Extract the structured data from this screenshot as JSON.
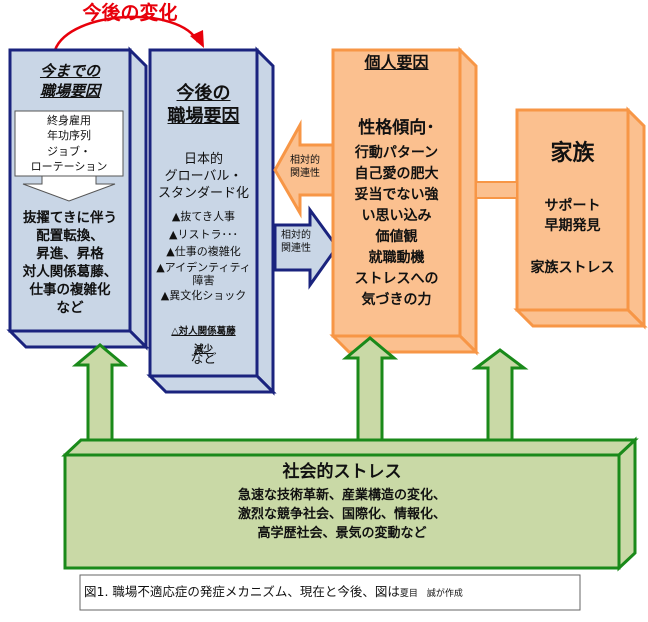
{
  "change_label": "今後の変化",
  "past": {
    "title1": "今までの",
    "title2": "職場要因",
    "inner": [
      "終身雇用",
      "年功序列",
      "ジョブ・",
      "ローテーション"
    ],
    "effects": [
      "抜擢てきに伴う",
      "配置転換、",
      "昇進、昇格",
      "対人関係葛藤、",
      "仕事の複雑化",
      "など"
    ]
  },
  "future": {
    "title1": "今後の",
    "title2": "職場要因",
    "lines": [
      "日本的",
      "グローバル・",
      "スタンダード化"
    ],
    "items": [
      "▲抜てき人事",
      "▲リストラ･･･",
      "▲仕事の複雑化",
      "▲アイデンティティ",
      "障害",
      "▲異文化ショック"
    ],
    "note1": "△対人関係葛藤",
    "note2": "減少",
    "etc": "など"
  },
  "arrow_left": [
    "相対的",
    "関連性"
  ],
  "arrow_right": [
    "相対的",
    "関連性"
  ],
  "personal": {
    "title": "個人要因",
    "heading": "性格傾向･",
    "lines": [
      "行動パターン",
      "自己愛の肥大",
      "妥当でない強",
      "い思い込み",
      "価値観",
      "就職動機",
      "ストレスへの",
      "気づきの力"
    ]
  },
  "family": {
    "title": "家族",
    "lines": [
      "サポート",
      "早期発見"
    ],
    "stress": "家族ストレス"
  },
  "social": {
    "title": "社会的ストレス",
    "lines": [
      "急速な技術革新、産業構造の変化、",
      "激烈な競争社会、国際化、情報化、",
      "高学歴社会、景気の変動など"
    ]
  },
  "caption": {
    "main": "図1.  職場不適応症の発症メカニズム、現在と今後、図は",
    "author": "夏目　誠が作成"
  },
  "colors": {
    "blue_fill": "#c9d6e6",
    "blue_border": "#1a237e",
    "orange_fill": "#fbc08f",
    "orange_border": "#f79646",
    "green_fill": "#c9d9a6",
    "green_border": "#1a8a1a",
    "red": "#e8000b"
  }
}
